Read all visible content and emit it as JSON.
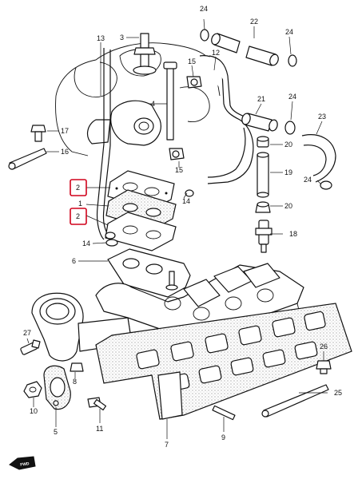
{
  "callouts": [
    {
      "id": "c24a",
      "text": "24"
    },
    {
      "id": "c22",
      "text": "22"
    },
    {
      "id": "c24b",
      "text": "24"
    },
    {
      "id": "c13",
      "text": "13"
    },
    {
      "id": "c3",
      "text": "3"
    },
    {
      "id": "c15a",
      "text": "15"
    },
    {
      "id": "c12",
      "text": "12"
    },
    {
      "id": "c4",
      "text": "4"
    },
    {
      "id": "c21",
      "text": "21"
    },
    {
      "id": "c24c",
      "text": "24"
    },
    {
      "id": "c23",
      "text": "23"
    },
    {
      "id": "c17",
      "text": "17"
    },
    {
      "id": "c20a",
      "text": "20"
    },
    {
      "id": "c16",
      "text": "16"
    },
    {
      "id": "c19",
      "text": "19"
    },
    {
      "id": "c15b",
      "text": "15"
    },
    {
      "id": "c24d",
      "text": "24"
    },
    {
      "id": "c2a",
      "text": "2"
    },
    {
      "id": "c1",
      "text": "1"
    },
    {
      "id": "c14a",
      "text": "14"
    },
    {
      "id": "c20b",
      "text": "20"
    },
    {
      "id": "c2b",
      "text": "2"
    },
    {
      "id": "c18",
      "text": "18"
    },
    {
      "id": "c14b",
      "text": "14"
    },
    {
      "id": "c6",
      "text": "6"
    },
    {
      "id": "c27",
      "text": "27"
    },
    {
      "id": "c26",
      "text": "26"
    },
    {
      "id": "c8",
      "text": "8"
    },
    {
      "id": "c25",
      "text": "25"
    },
    {
      "id": "c10",
      "text": "10"
    },
    {
      "id": "c5",
      "text": "5"
    },
    {
      "id": "c11",
      "text": "11"
    },
    {
      "id": "c9",
      "text": "9"
    },
    {
      "id": "c7",
      "text": "7"
    }
  ],
  "highlighted_callouts": [
    "c2a",
    "c2b"
  ],
  "front_marker": {
    "text": "FWD",
    "icon": "arrow-left-icon"
  },
  "colors": {
    "line": "#111111",
    "highlight": "#d0021b",
    "background": "#ffffff"
  }
}
